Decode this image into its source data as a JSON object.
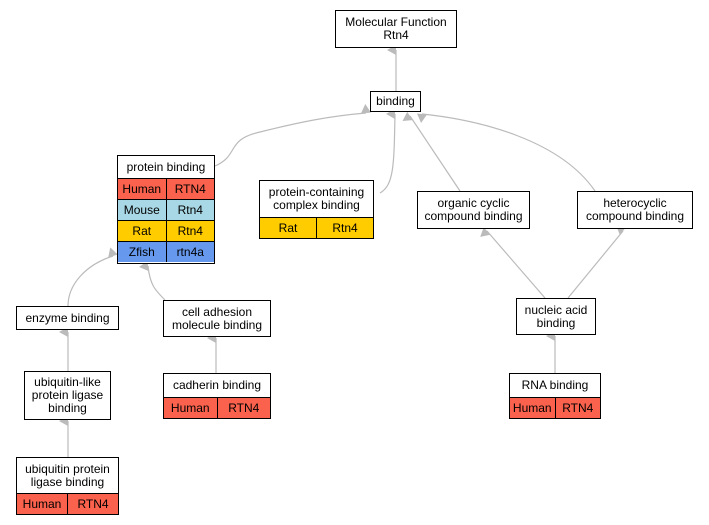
{
  "colors": {
    "human": "#fa624d",
    "mouse": "#a8d8e6",
    "rat": "#ffcc00",
    "zfish": "#6699ee",
    "edge": "#bbbbbb"
  },
  "nodes": {
    "molecular_function": {
      "line1": "Molecular Function",
      "line2": "Rtn4"
    },
    "binding": {
      "line1": "binding"
    },
    "protein_binding": {
      "line1": "protein binding",
      "rows": [
        {
          "species": "Human",
          "gene": "RTN4"
        },
        {
          "species": "Mouse",
          "gene": "Rtn4"
        },
        {
          "species": "Rat",
          "gene": "Rtn4"
        },
        {
          "species": "Zfish",
          "gene": "rtn4a"
        }
      ]
    },
    "protein_containing_complex_binding": {
      "line1": "protein-containing",
      "line2": "complex binding",
      "rows": [
        {
          "species": "Rat",
          "gene": "Rtn4"
        }
      ]
    },
    "organic_cyclic_compound_binding": {
      "line1": "organic cyclic",
      "line2": "compound binding"
    },
    "heterocyclic_compound_binding": {
      "line1": "heterocyclic",
      "line2": "compound binding"
    },
    "enzyme_binding": {
      "line1": "enzyme binding"
    },
    "cell_adhesion_molecule_binding": {
      "line1": "cell adhesion",
      "line2": "molecule binding"
    },
    "nucleic_acid_binding": {
      "line1": "nucleic acid",
      "line2": "binding"
    },
    "ubiquitin_like_protein_ligase_binding": {
      "line1": "ubiquitin-like",
      "line2": "protein ligase",
      "line3": "binding"
    },
    "cadherin_binding": {
      "line1": "cadherin binding",
      "rows": [
        {
          "species": "Human",
          "gene": "RTN4"
        }
      ]
    },
    "rna_binding": {
      "line1": "RNA binding",
      "rows": [
        {
          "species": "Human",
          "gene": "RTN4"
        }
      ]
    },
    "ubiquitin_protein_ligase_binding": {
      "line1": "ubiquitin protein",
      "line2": "ligase binding",
      "rows": [
        {
          "species": "Human",
          "gene": "RTN4"
        }
      ]
    }
  }
}
